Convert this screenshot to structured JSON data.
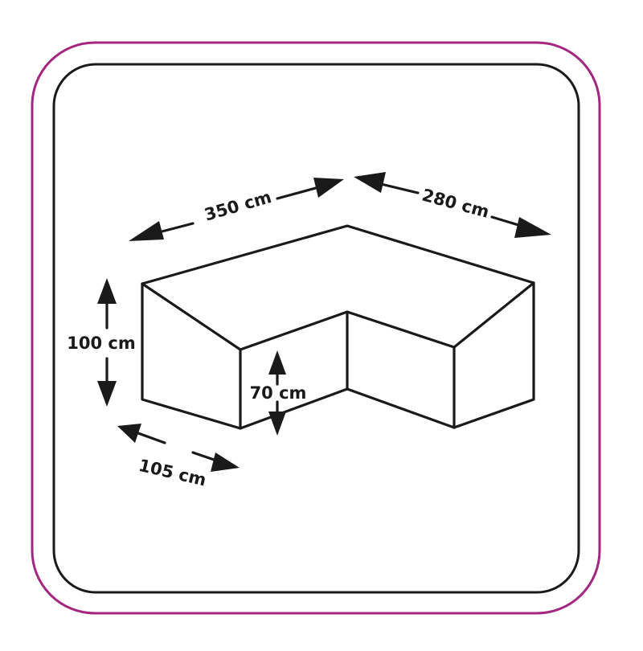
{
  "colors": {
    "outer_frame": "#a3277f",
    "inner_frame": "#1a1a1a",
    "ink": "#1a1a1a",
    "background": "#ffffff"
  },
  "dimensions": {
    "width_left": "350 cm",
    "width_right": "280 cm",
    "back_height": "100 cm",
    "seat_height": "70 cm",
    "depth": "105 cm"
  }
}
